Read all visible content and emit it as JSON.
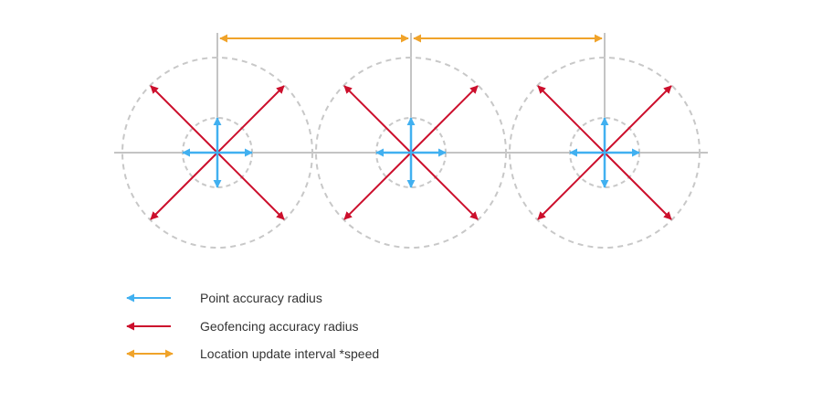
{
  "colors": {
    "point_accuracy": "#41b0f0",
    "geofencing_accuracy": "#cc0f2c",
    "update_interval": "#f0a32a",
    "dashed_circle": "#c8c8c8",
    "axis": "#888888",
    "text": "#333333"
  },
  "legend": [
    {
      "label": "Point accuracy radius",
      "icon": "left-arrow-icon",
      "color_key": "point_accuracy"
    },
    {
      "label": "Geofencing accuracy radius",
      "icon": "left-arrow-icon",
      "color_key": "geofencing_accuracy"
    },
    {
      "label": "Location update interval *speed",
      "icon": "double-arrow-icon",
      "color_key": "update_interval"
    }
  ]
}
